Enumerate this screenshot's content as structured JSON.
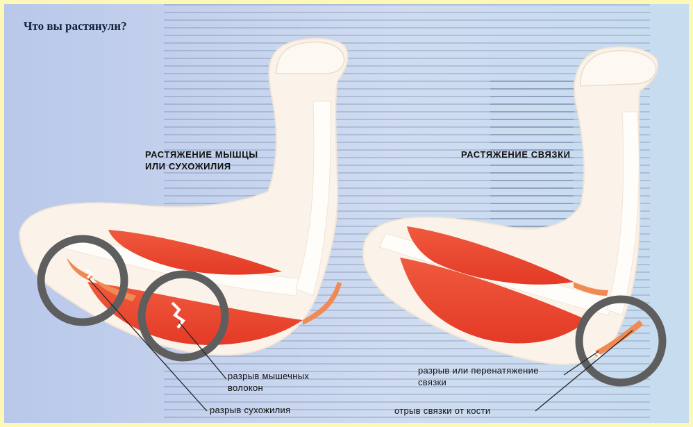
{
  "title": "Что вы растянули?",
  "left_panel": {
    "heading_line1": "РАСТЯЖЕНИЕ МЫШЦЫ",
    "heading_line2": "ИЛИ СУХОЖИЛИЯ",
    "callout_fibers_line1": "разрыв мышечных",
    "callout_fibers_line2": "волокон",
    "callout_tendon": "разрыв сухожилия"
  },
  "right_panel": {
    "heading": "РАСТЯЖЕНИЕ СВЯЗКИ",
    "callout_ligament_line1": "разрыв или перенатяжение",
    "callout_ligament_line2": "связки",
    "callout_avulsion": "отрыв связки от кости"
  },
  "colors": {
    "muscle": "#e8402c",
    "tendon": "#f08a55",
    "skin": "#fbf3ea",
    "bone": "#fffdfa",
    "magnifier": "#5e5e5e",
    "background": "#c7d4ee",
    "border": "#fdf7b8"
  }
}
